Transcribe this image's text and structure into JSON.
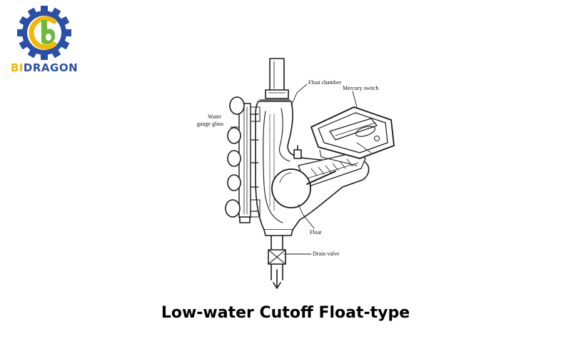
{
  "brand": {
    "name_prefix": "BI",
    "name_suffix": "DRAGON",
    "prefix_color": "#f5b800",
    "suffix_color": "#2a4fa8",
    "gear_color": "#2a4fa8",
    "ring_color": "#f5b800",
    "leaf_color": "#6fb83a"
  },
  "diagram": {
    "labels": {
      "float_chamber": "Float chamber",
      "mercury_switch": "Mercury switch",
      "water_gauge_line1": "Water",
      "water_gauge_line2": "gauge glass",
      "float": "Float",
      "drain_valve": "Drain valve"
    }
  },
  "caption": "Low-water Cutoff Float-type"
}
